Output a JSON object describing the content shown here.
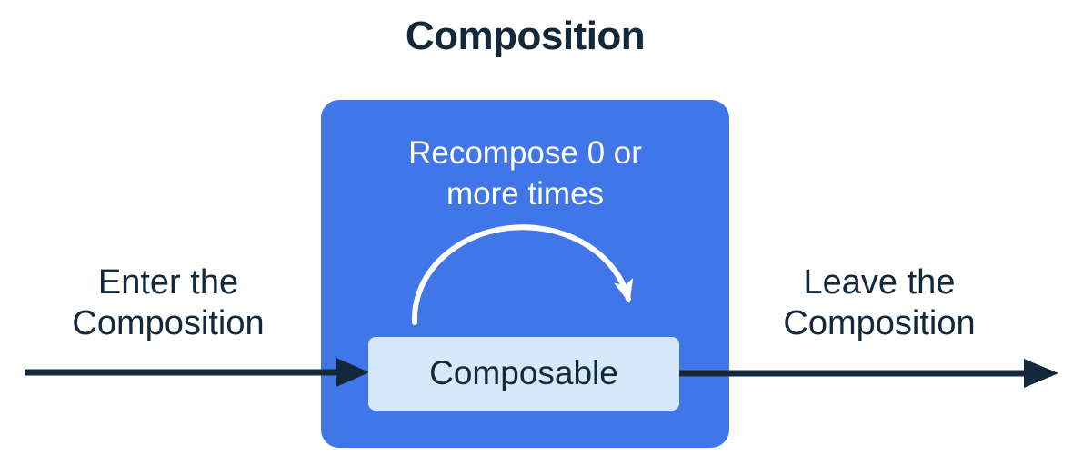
{
  "title": "Composition",
  "composition_box": {
    "recompose_note": {
      "line1": "Recompose 0 or",
      "line2": "more times"
    },
    "composable_label": "Composable"
  },
  "left_label": {
    "line1": "Enter the",
    "line2": "Composition"
  },
  "right_label": {
    "line1": "Leave the",
    "line2": "Composition"
  },
  "icons": {
    "enter_arrow": "right-arrow",
    "leave_arrow": "right-arrow",
    "recompose_arc": "curved-loop-arrow"
  },
  "colors": {
    "blue": "#4176E8",
    "light_blue": "#D5E9FB",
    "ink": "#13293B",
    "white": "#FFFFFF"
  }
}
